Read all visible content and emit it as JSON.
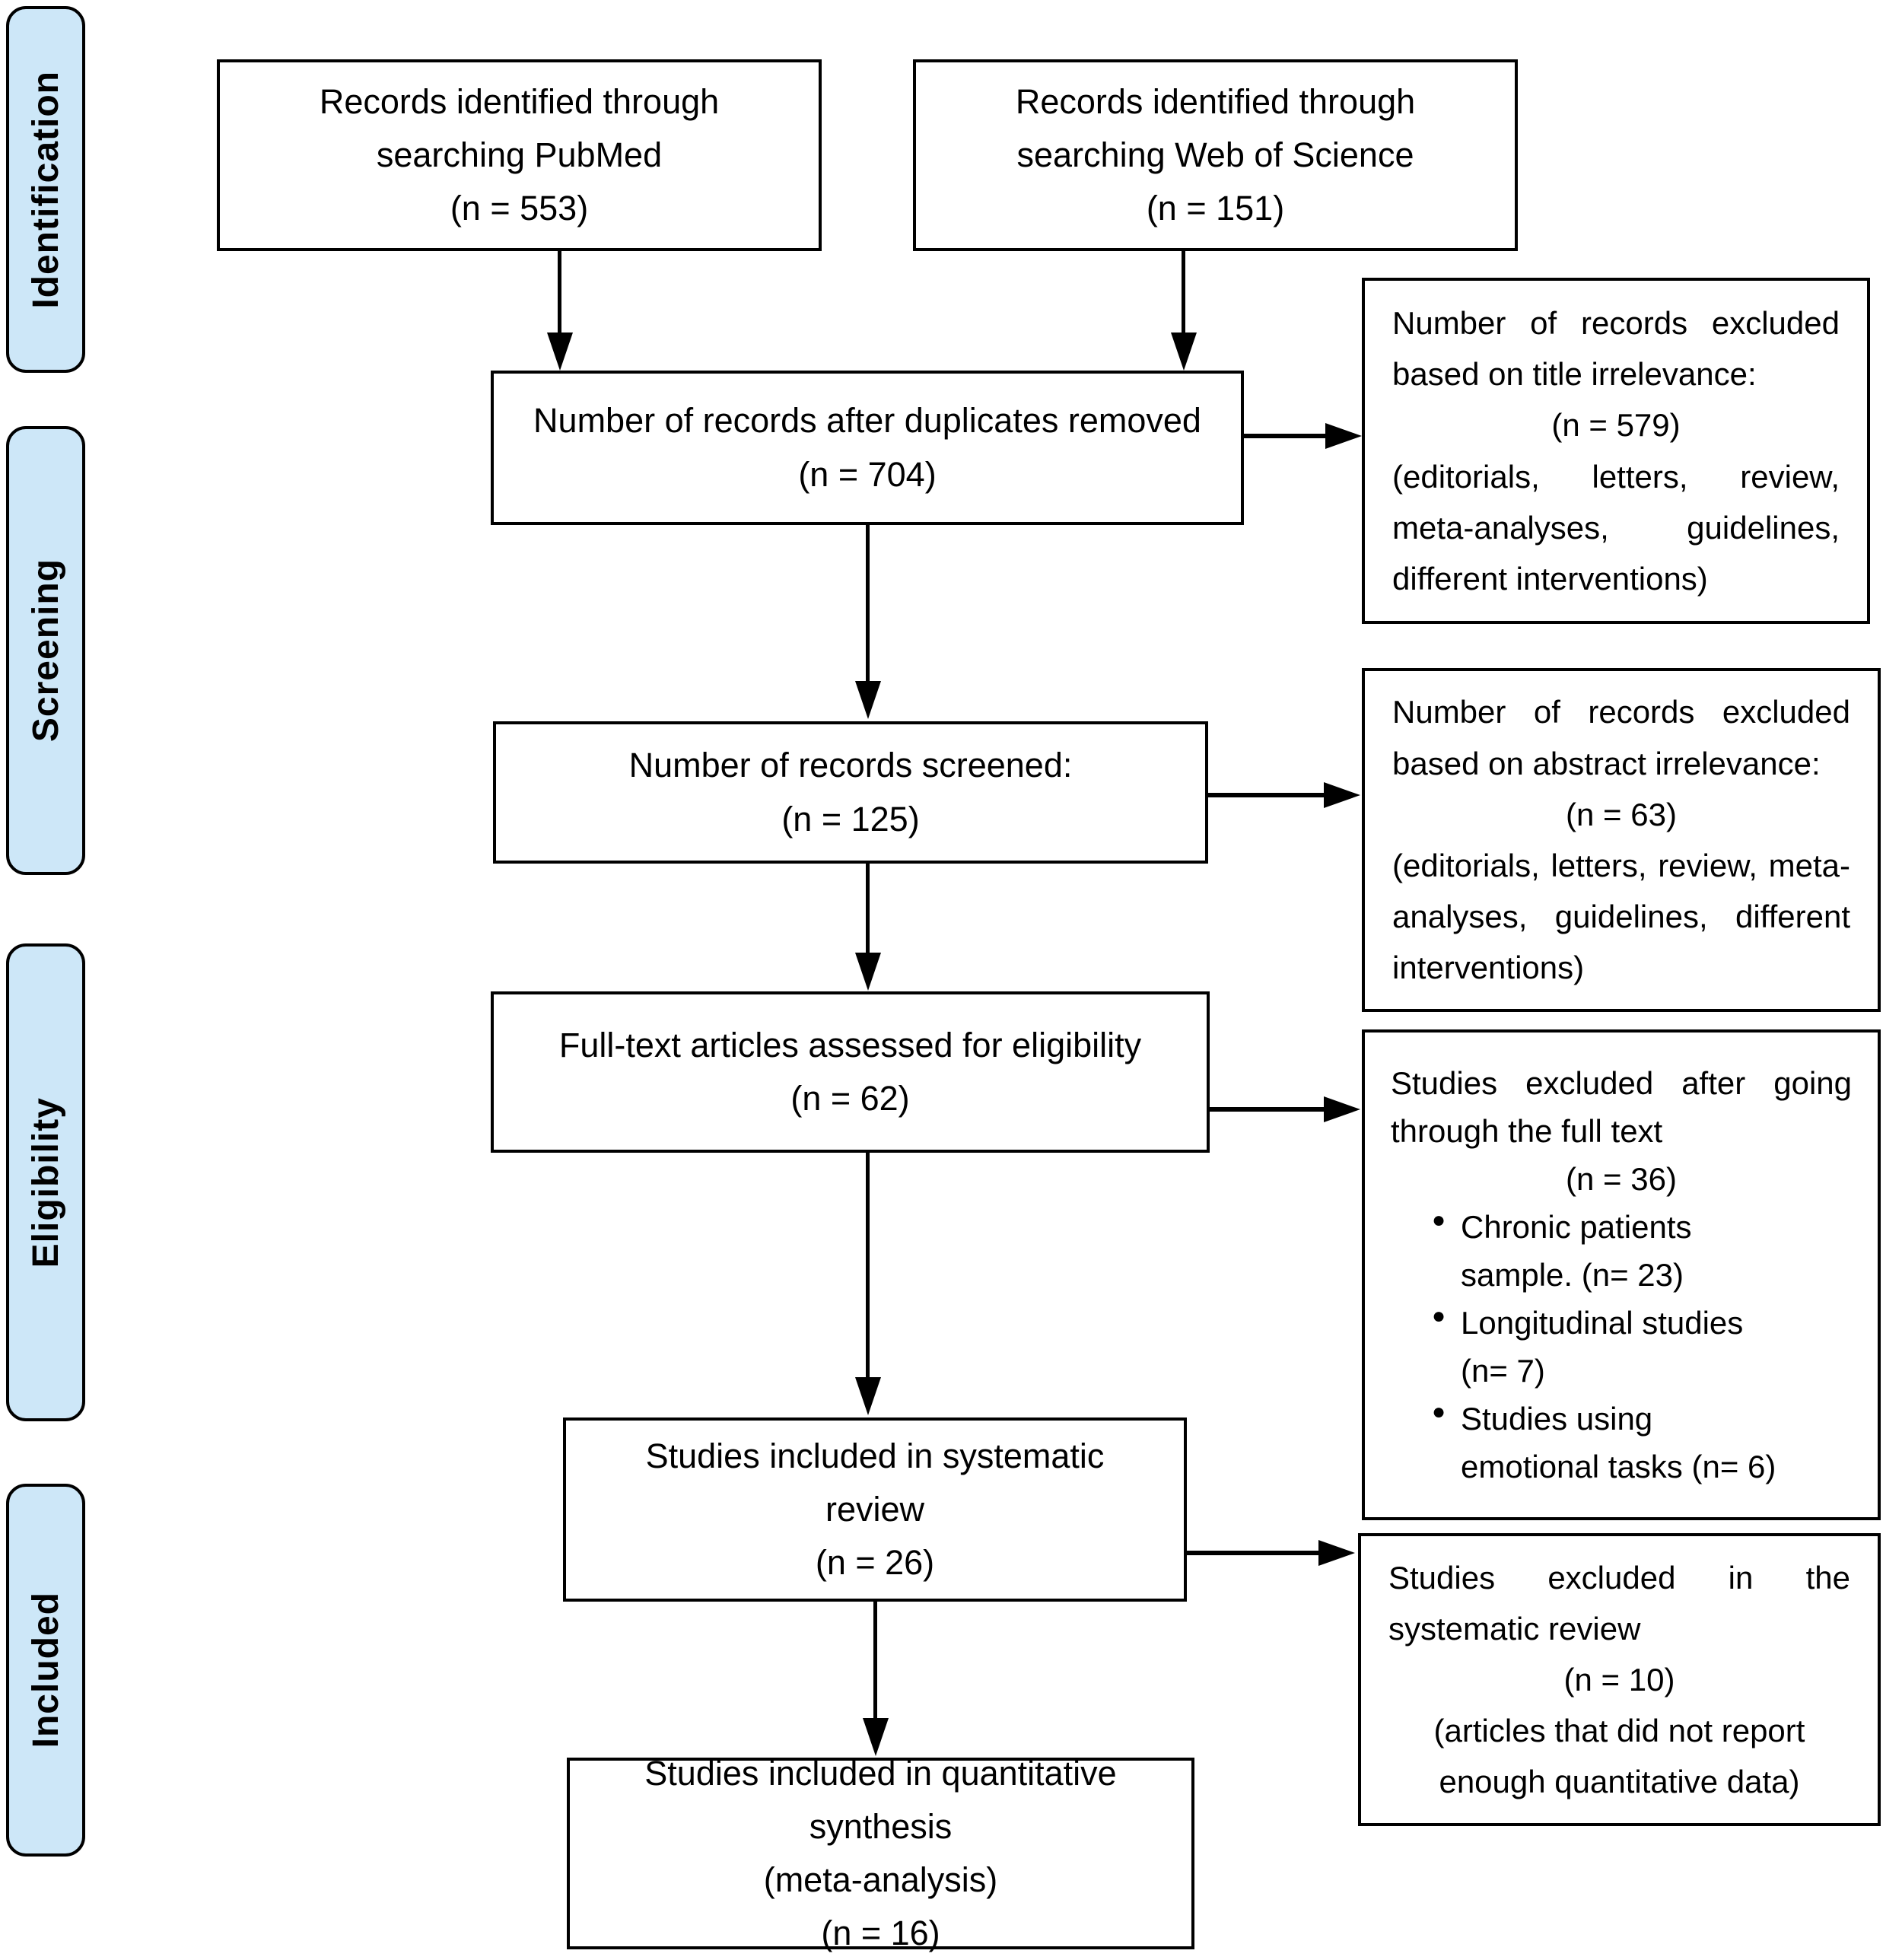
{
  "colors": {
    "stage_fill": "#cde7f8",
    "line": "#000000"
  },
  "stages": {
    "identification": "Identification",
    "screening": "Screening",
    "eligibility": "Eligibility",
    "included": "Included"
  },
  "flow": {
    "pubmed": "Records identified through\nsearching PubMed\n(n = 553)",
    "web_of_science": "Records identified through\nsearching Web of Science\n(n = 151)",
    "duplicates_removed": "Number of records after duplicates removed\n(n = 704)",
    "records_screened": "Number of records screened:\n(n = 125)",
    "full_text_assessed": "Full-text articles assessed for eligibility\n(n = 62)",
    "systematic_review": "Studies included in systematic\nreview\n(n = 26)",
    "quantitative_synthesis": "Studies included in quantitative\nsynthesis\n(meta-analysis)\n(n = 16)"
  },
  "exclusions": {
    "title_irrelevance": {
      "title": "Number of records excluded based on title irrelevance:",
      "n": "(n = 579)",
      "details": "(editorials, letters, review, meta-analyses, guidelines, different interventions)"
    },
    "abstract_irrelevance": {
      "title": "Number of records excluded based on abstract irrelevance:",
      "n": "(n = 63)",
      "details": "(editorials, letters, review, meta-analyses, guidelines, different interventions)"
    },
    "full_text": {
      "title": "Studies excluded after going through the full text",
      "n": "(n = 36)",
      "bullet_glyph": "●",
      "bullets": [
        "Chronic patients\nsample. (n= 23)",
        "Longitudinal studies\n(n= 7)",
        "Studies using\nemotional tasks (n= 6)"
      ]
    },
    "systematic_review": {
      "title": "Studies excluded in the systematic review",
      "n": "(n = 10)",
      "details": "(articles that did not report\nenough quantitative data)"
    }
  }
}
